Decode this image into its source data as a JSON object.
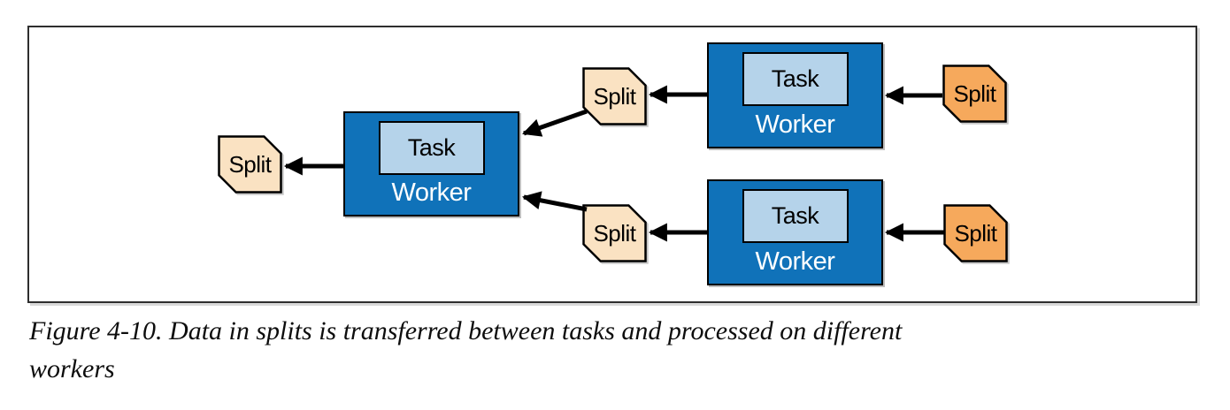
{
  "figure": {
    "caption_line1": "Figure 4-10. Data in splits is transferred between tasks and processed on different",
    "caption_line2": "workers"
  },
  "diagram": {
    "workers": [
      {
        "id": "worker-middle",
        "task_label": "Task",
        "worker_label": "Worker"
      },
      {
        "id": "worker-top-right",
        "task_label": "Task",
        "worker_label": "Worker"
      },
      {
        "id": "worker-bottom-right",
        "task_label": "Task",
        "worker_label": "Worker"
      }
    ],
    "splits": [
      {
        "id": "split-left",
        "label": "Split",
        "variant": "light-tan"
      },
      {
        "id": "split-top-middle",
        "label": "Split",
        "variant": "light-tan"
      },
      {
        "id": "split-bottom-middle",
        "label": "Split",
        "variant": "light-tan"
      },
      {
        "id": "split-top-right",
        "label": "Split",
        "variant": "orange"
      },
      {
        "id": "split-bottom-right",
        "label": "Split",
        "variant": "orange"
      }
    ],
    "edges": [
      {
        "from": "split-top-right",
        "to": "worker-top-right"
      },
      {
        "from": "worker-top-right",
        "to": "split-top-middle"
      },
      {
        "from": "split-top-middle",
        "to": "worker-middle"
      },
      {
        "from": "split-bottom-right",
        "to": "worker-bottom-right"
      },
      {
        "from": "worker-bottom-right",
        "to": "split-bottom-middle"
      },
      {
        "from": "split-bottom-middle",
        "to": "worker-middle"
      },
      {
        "from": "worker-middle",
        "to": "split-left"
      }
    ],
    "colors": {
      "worker_fill": "#1072B9",
      "task_fill": "#B5D3EA",
      "split_light_fill": "#FAE2C2",
      "split_orange_fill": "#F6A95C",
      "outline": "#000000",
      "panel_border": "#2E2E2E"
    }
  }
}
